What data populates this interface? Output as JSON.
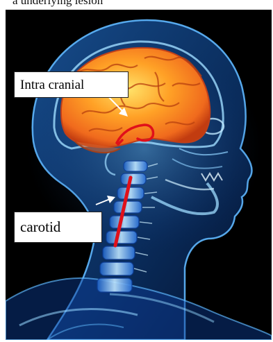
{
  "header": {
    "caption": "a underlying lesion"
  },
  "figure": {
    "subject": "",
    "labels": {
      "intracranial": "Intra cranial",
      "carotid": "carotid"
    },
    "colors": {
      "background": "#000000",
      "body_glow": "#2fa0ff",
      "brain": "#ff9a22",
      "marker": "#e0101a",
      "arrow": "#ffffff"
    },
    "icons": [
      "arrow-icon"
    ]
  }
}
